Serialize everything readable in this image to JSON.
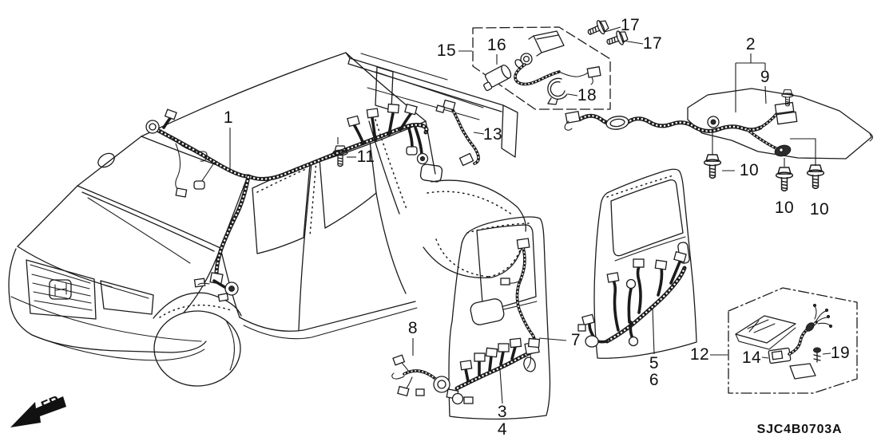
{
  "diagram": {
    "code": "SJC4B0703A",
    "direction_label": "FR.",
    "colors": {
      "line": "#1b1b1b",
      "background": "#ffffff"
    },
    "callouts": [
      {
        "part": "roof-wire-harness",
        "label": "1"
      },
      {
        "part": "b-pillar-bolt",
        "label": "11"
      },
      {
        "part": "bed-side-harness",
        "label": "13"
      },
      {
        "part": "sensor-assembly",
        "label": "15"
      },
      {
        "part": "cap",
        "label": "16"
      },
      {
        "part": "bolt-a",
        "label": "17"
      },
      {
        "part": "bolt-b",
        "label": "17"
      },
      {
        "part": "clamp",
        "label": "18"
      },
      {
        "part": "bed-floor-harness",
        "label": "2"
      },
      {
        "part": "harness-bolt",
        "label": "9"
      },
      {
        "part": "washer-bolt-a",
        "label": "10"
      },
      {
        "part": "washer-bolt-b",
        "label": "10"
      },
      {
        "part": "washer-bolt-c",
        "label": "10"
      },
      {
        "part": "door-pigtail-harness",
        "label": "8"
      },
      {
        "part": "front-door-sub-harness",
        "label": "7"
      },
      {
        "part": "front-door-harness-a",
        "label": "3"
      },
      {
        "part": "front-door-harness-b",
        "label": "4"
      },
      {
        "part": "rear-door-harness-a",
        "label": "5"
      },
      {
        "part": "rear-door-harness-b",
        "label": "6"
      },
      {
        "part": "accessory-kit",
        "label": "12"
      },
      {
        "part": "kit-sub-harness",
        "label": "14"
      },
      {
        "part": "clip",
        "label": "19"
      }
    ]
  }
}
